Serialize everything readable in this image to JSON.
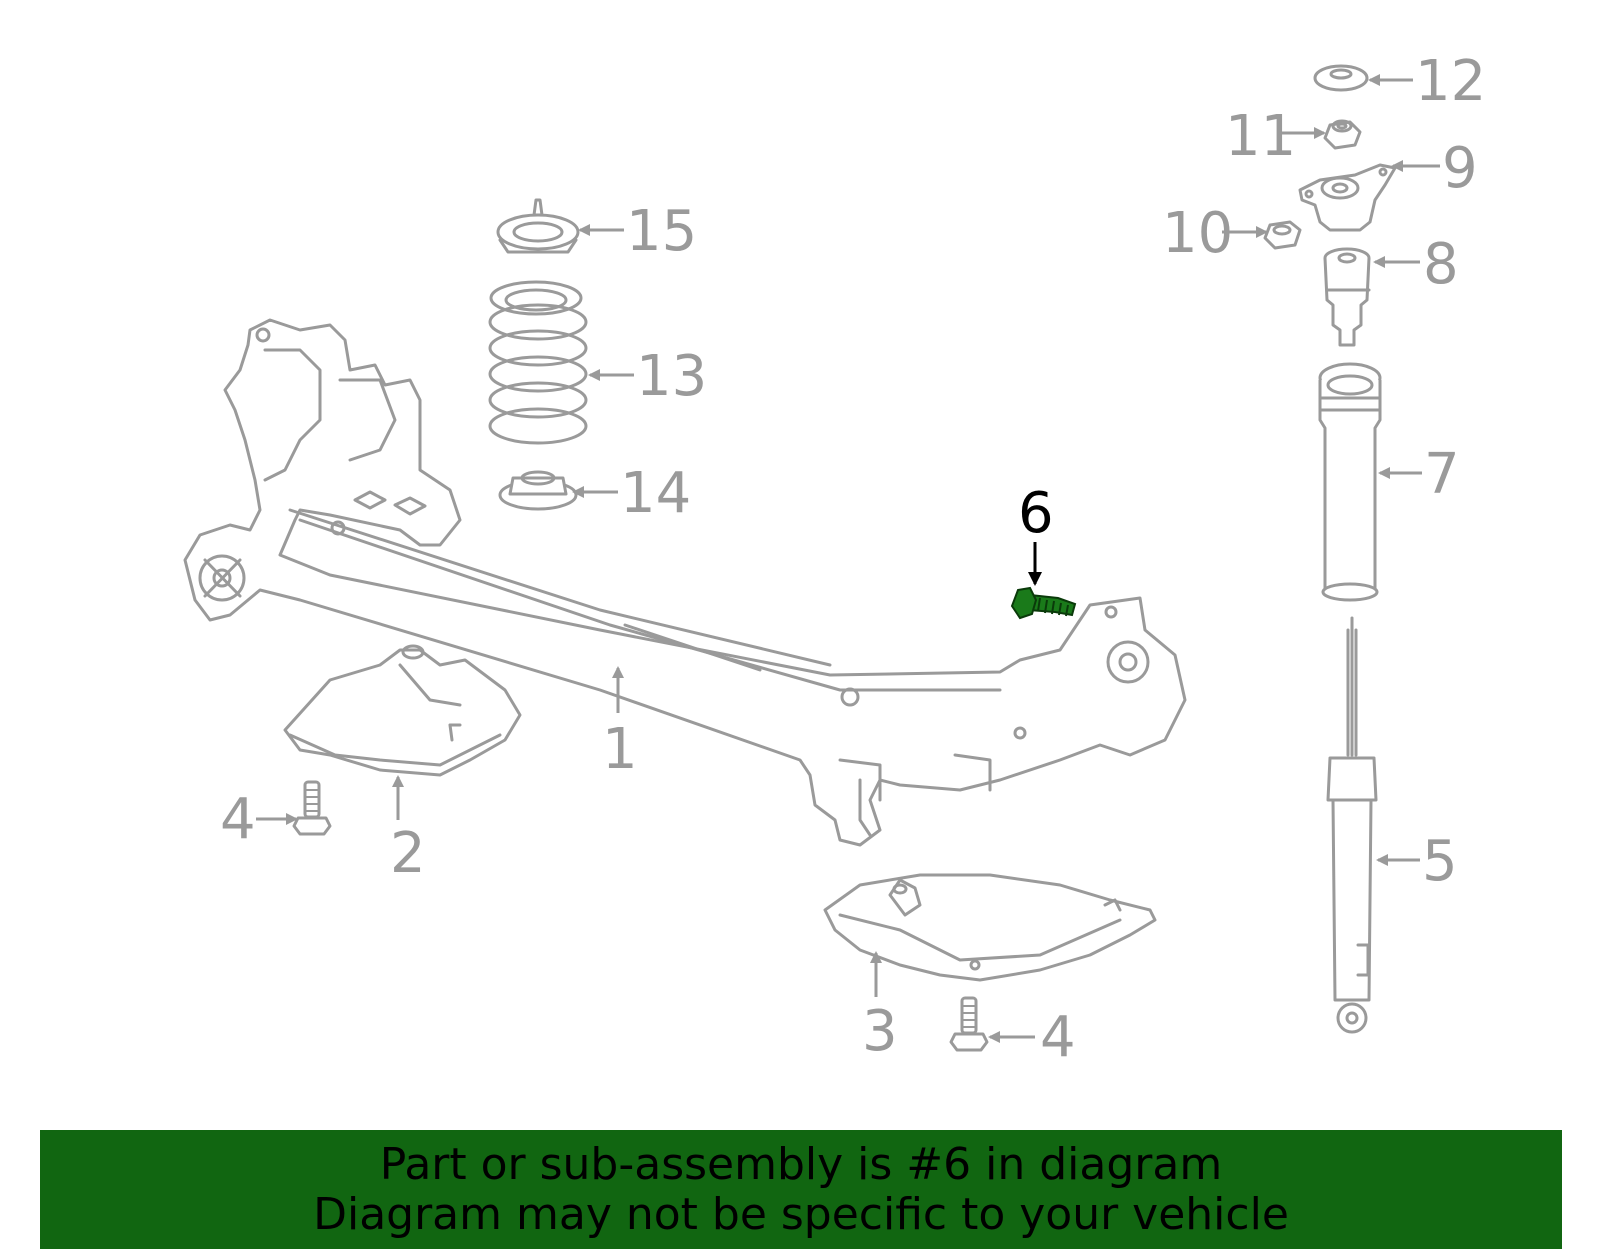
{
  "callouts": {
    "c1": "1",
    "c2": "2",
    "c3": "3",
    "c4a": "4",
    "c4b": "4",
    "c5": "5",
    "c6": "6",
    "c7": "7",
    "c8": "8",
    "c9": "9",
    "c10": "10",
    "c11": "11",
    "c12": "12",
    "c13": "13",
    "c14": "14",
    "c15": "15"
  },
  "highlighted_part": "6",
  "colors": {
    "line_art": "#9a9a9a",
    "highlight_part": "#1a7a1a",
    "highlight_callout": "#000000",
    "banner_bg": "#116611",
    "banner_text": "#000000"
  },
  "banner": {
    "line1": "Part or sub-assembly is #6 in diagram",
    "line2": "Diagram may not be specific to your vehicle"
  }
}
